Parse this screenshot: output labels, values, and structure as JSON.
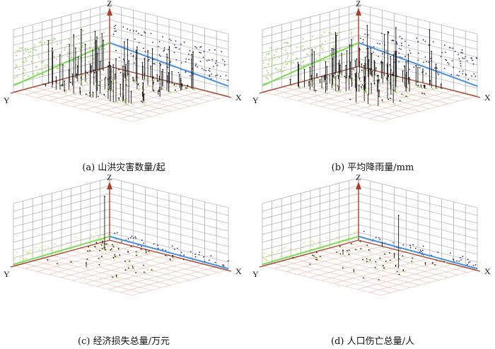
{
  "chart_data": [
    {
      "type": "scatter",
      "caption": "(a) 山洪灾害数量/起",
      "axis_labels": {
        "x": "X",
        "y": "Y",
        "z": "Z"
      },
      "series": [
        {
          "color": "#8fd14f"
        },
        {
          "color": "#2b2b7a"
        },
        {
          "color": "#1a1a1a"
        }
      ],
      "trend_colors": {
        "y_side": "#7ed957",
        "x_side": "#4a90d9"
      },
      "grid": true,
      "density": "high"
    },
    {
      "type": "scatter",
      "caption": "(b) 平均降雨量/mm",
      "axis_labels": {
        "x": "X",
        "y": "Y",
        "z": "Z"
      },
      "series": [
        {
          "color": "#8fd14f"
        },
        {
          "color": "#2b2b7a"
        },
        {
          "color": "#1a1a1a"
        }
      ],
      "trend_colors": {
        "y_side": "#7ed957",
        "x_side": "#4a90d9"
      },
      "grid": true,
      "density": "high"
    },
    {
      "type": "scatter",
      "caption": "(c) 经济损失总量/万元",
      "axis_labels": {
        "x": "X",
        "y": "Y",
        "z": "Z"
      },
      "series": [
        {
          "color": "#c5e063"
        },
        {
          "color": "#2b2b7a"
        },
        {
          "color": "#1a1a1a"
        }
      ],
      "trend_colors": {
        "y_side": "#7ed957",
        "x_side": "#4a90d9"
      },
      "grid": true,
      "density": "low"
    },
    {
      "type": "scatter",
      "caption": "(d) 人口伤亡总量/人",
      "axis_labels": {
        "x": "X",
        "y": "Y",
        "z": "Z"
      },
      "series": [
        {
          "color": "#c5e063"
        },
        {
          "color": "#2b2b7a"
        },
        {
          "color": "#1a1a1a"
        }
      ],
      "trend_colors": {
        "y_side": "#7ed957",
        "x_side": "#4a90d9"
      },
      "grid": true,
      "density": "low"
    }
  ]
}
